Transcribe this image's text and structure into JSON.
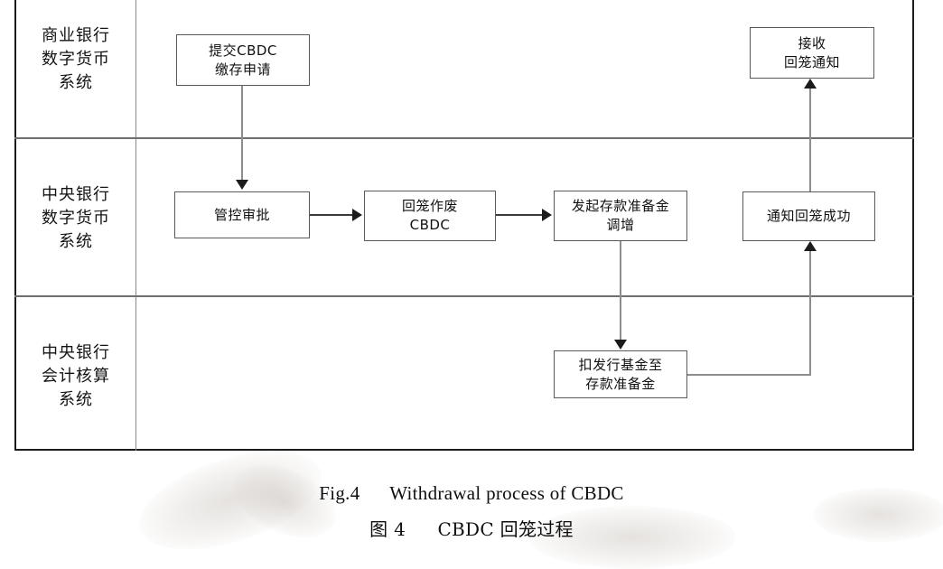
{
  "figure": {
    "caption_en_label": "Fig.4",
    "caption_en_text": "Withdrawal process of CBDC",
    "caption_zh_label": "图 4",
    "caption_zh_text": "CBDC 回笼过程"
  },
  "lanes": [
    {
      "id": "commercial-bank-cbdc-system",
      "label_lines": [
        "商业银行",
        "数字货币",
        "系统"
      ]
    },
    {
      "id": "central-bank-cbdc-system",
      "label_lines": [
        "中央银行",
        "数字货币",
        "系统"
      ]
    },
    {
      "id": "central-bank-accounting-system",
      "label_lines": [
        "中央银行",
        "会计核算",
        "系统"
      ]
    }
  ],
  "nodes": {
    "submit_application": {
      "lines": [
        "提交CBDC",
        "缴存申请"
      ]
    },
    "receive_notice": {
      "lines": [
        "接收",
        "回笼通知"
      ]
    },
    "control_approval": {
      "lines": [
        "管控审批"
      ]
    },
    "void_cbdc": {
      "lines": [
        "回笼作废",
        "CBDC"
      ]
    },
    "initiate_reserve_increase": {
      "lines": [
        "发起存款准备金",
        "调增"
      ]
    },
    "notify_withdrawal_success": {
      "lines": [
        "通知回笼成功"
      ]
    },
    "deduct_issuance_fund": {
      "lines": [
        "扣发行基金至",
        "存款准备金"
      ]
    }
  },
  "colors": {
    "frame_border": "#1c1c1c",
    "lane_divider": "#6f6f6f",
    "node_border": "#595959",
    "connector": "#8d8d8d",
    "arrowhead": "#1b1b1b",
    "background": "#ffffff"
  }
}
